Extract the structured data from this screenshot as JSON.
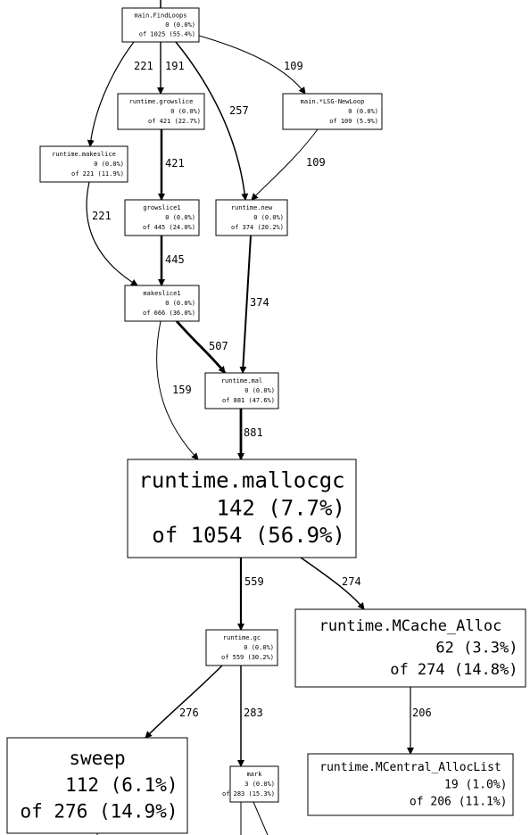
{
  "nodes": [
    {
      "id": "findloops",
      "name": "main.FindLoops",
      "flat": "0 (0.0%)",
      "cum": "of 1025 (55.4%)"
    },
    {
      "id": "makeslice",
      "name": "runtime.makeslice",
      "flat": "0 (0.0%)",
      "cum": "of 221 (11.9%)"
    },
    {
      "id": "growslice",
      "name": "runtime.growslice",
      "flat": "0 (0.0%)",
      "cum": "of 421 (22.7%)"
    },
    {
      "id": "newloop",
      "name": "main.*LSG·NewLoop",
      "flat": "0 (0.0%)",
      "cum": "of 109 (5.9%)"
    },
    {
      "id": "growslice1",
      "name": "growslice1",
      "flat": "0 (0.0%)",
      "cum": "of 445 (24.0%)"
    },
    {
      "id": "rtnew",
      "name": "runtime.new",
      "flat": "0 (0.0%)",
      "cum": "of 374 (20.2%)"
    },
    {
      "id": "makeslice1",
      "name": "makeslice1",
      "flat": "0 (0.0%)",
      "cum": "of 666 (36.0%)"
    },
    {
      "id": "rtmal",
      "name": "runtime.mal",
      "flat": "0 (0.0%)",
      "cum": "of 881 (47.6%)"
    },
    {
      "id": "mallocgc",
      "name": "runtime.mallocgc",
      "flat": "142 (7.7%)",
      "cum": "of 1054 (56.9%)"
    },
    {
      "id": "rtgc",
      "name": "runtime.gc",
      "flat": "0 (0.0%)",
      "cum": "of 559 (30.2%)"
    },
    {
      "id": "mcache",
      "name": "runtime.MCache_Alloc",
      "flat": "62 (3.3%)",
      "cum": "of 274 (14.8%)"
    },
    {
      "id": "sweep",
      "name": "sweep",
      "flat": "112 (6.1%)",
      "cum": "of 276 (14.9%)"
    },
    {
      "id": "mark",
      "name": "mark",
      "flat": "3 (0.0%)",
      "cum": "of 283 (15.3%)"
    },
    {
      "id": "mcentral",
      "name": "runtime.MCentral_AllocList",
      "flat": "19 (1.0%)",
      "cum": "of 206 (11.1%)"
    }
  ],
  "edges": [
    {
      "from": "findloops",
      "to": "makeslice",
      "label": "221"
    },
    {
      "from": "findloops",
      "to": "growslice",
      "label": "191"
    },
    {
      "from": "findloops",
      "to": "rtnew",
      "label": "257"
    },
    {
      "from": "findloops",
      "to": "newloop",
      "label": "109"
    },
    {
      "from": "newloop",
      "to": "rtnew",
      "label": "109"
    },
    {
      "from": "growslice",
      "to": "growslice1",
      "label": "421"
    },
    {
      "from": "makeslice",
      "to": "makeslice1",
      "label": "221"
    },
    {
      "from": "growslice1",
      "to": "makeslice1",
      "label": "445"
    },
    {
      "from": "rtnew",
      "to": "rtmal",
      "label": "374"
    },
    {
      "from": "makeslice1",
      "to": "rtmal",
      "label": "507"
    },
    {
      "from": "makeslice1",
      "to": "mallocgc",
      "label": "159"
    },
    {
      "from": "rtmal",
      "to": "mallocgc",
      "label": "881"
    },
    {
      "from": "mallocgc",
      "to": "rtgc",
      "label": "559"
    },
    {
      "from": "mallocgc",
      "to": "mcache",
      "label": "274"
    },
    {
      "from": "rtgc",
      "to": "sweep",
      "label": "276"
    },
    {
      "from": "rtgc",
      "to": "mark",
      "label": "283"
    },
    {
      "from": "mcache",
      "to": "mcentral",
      "label": "206"
    }
  ]
}
